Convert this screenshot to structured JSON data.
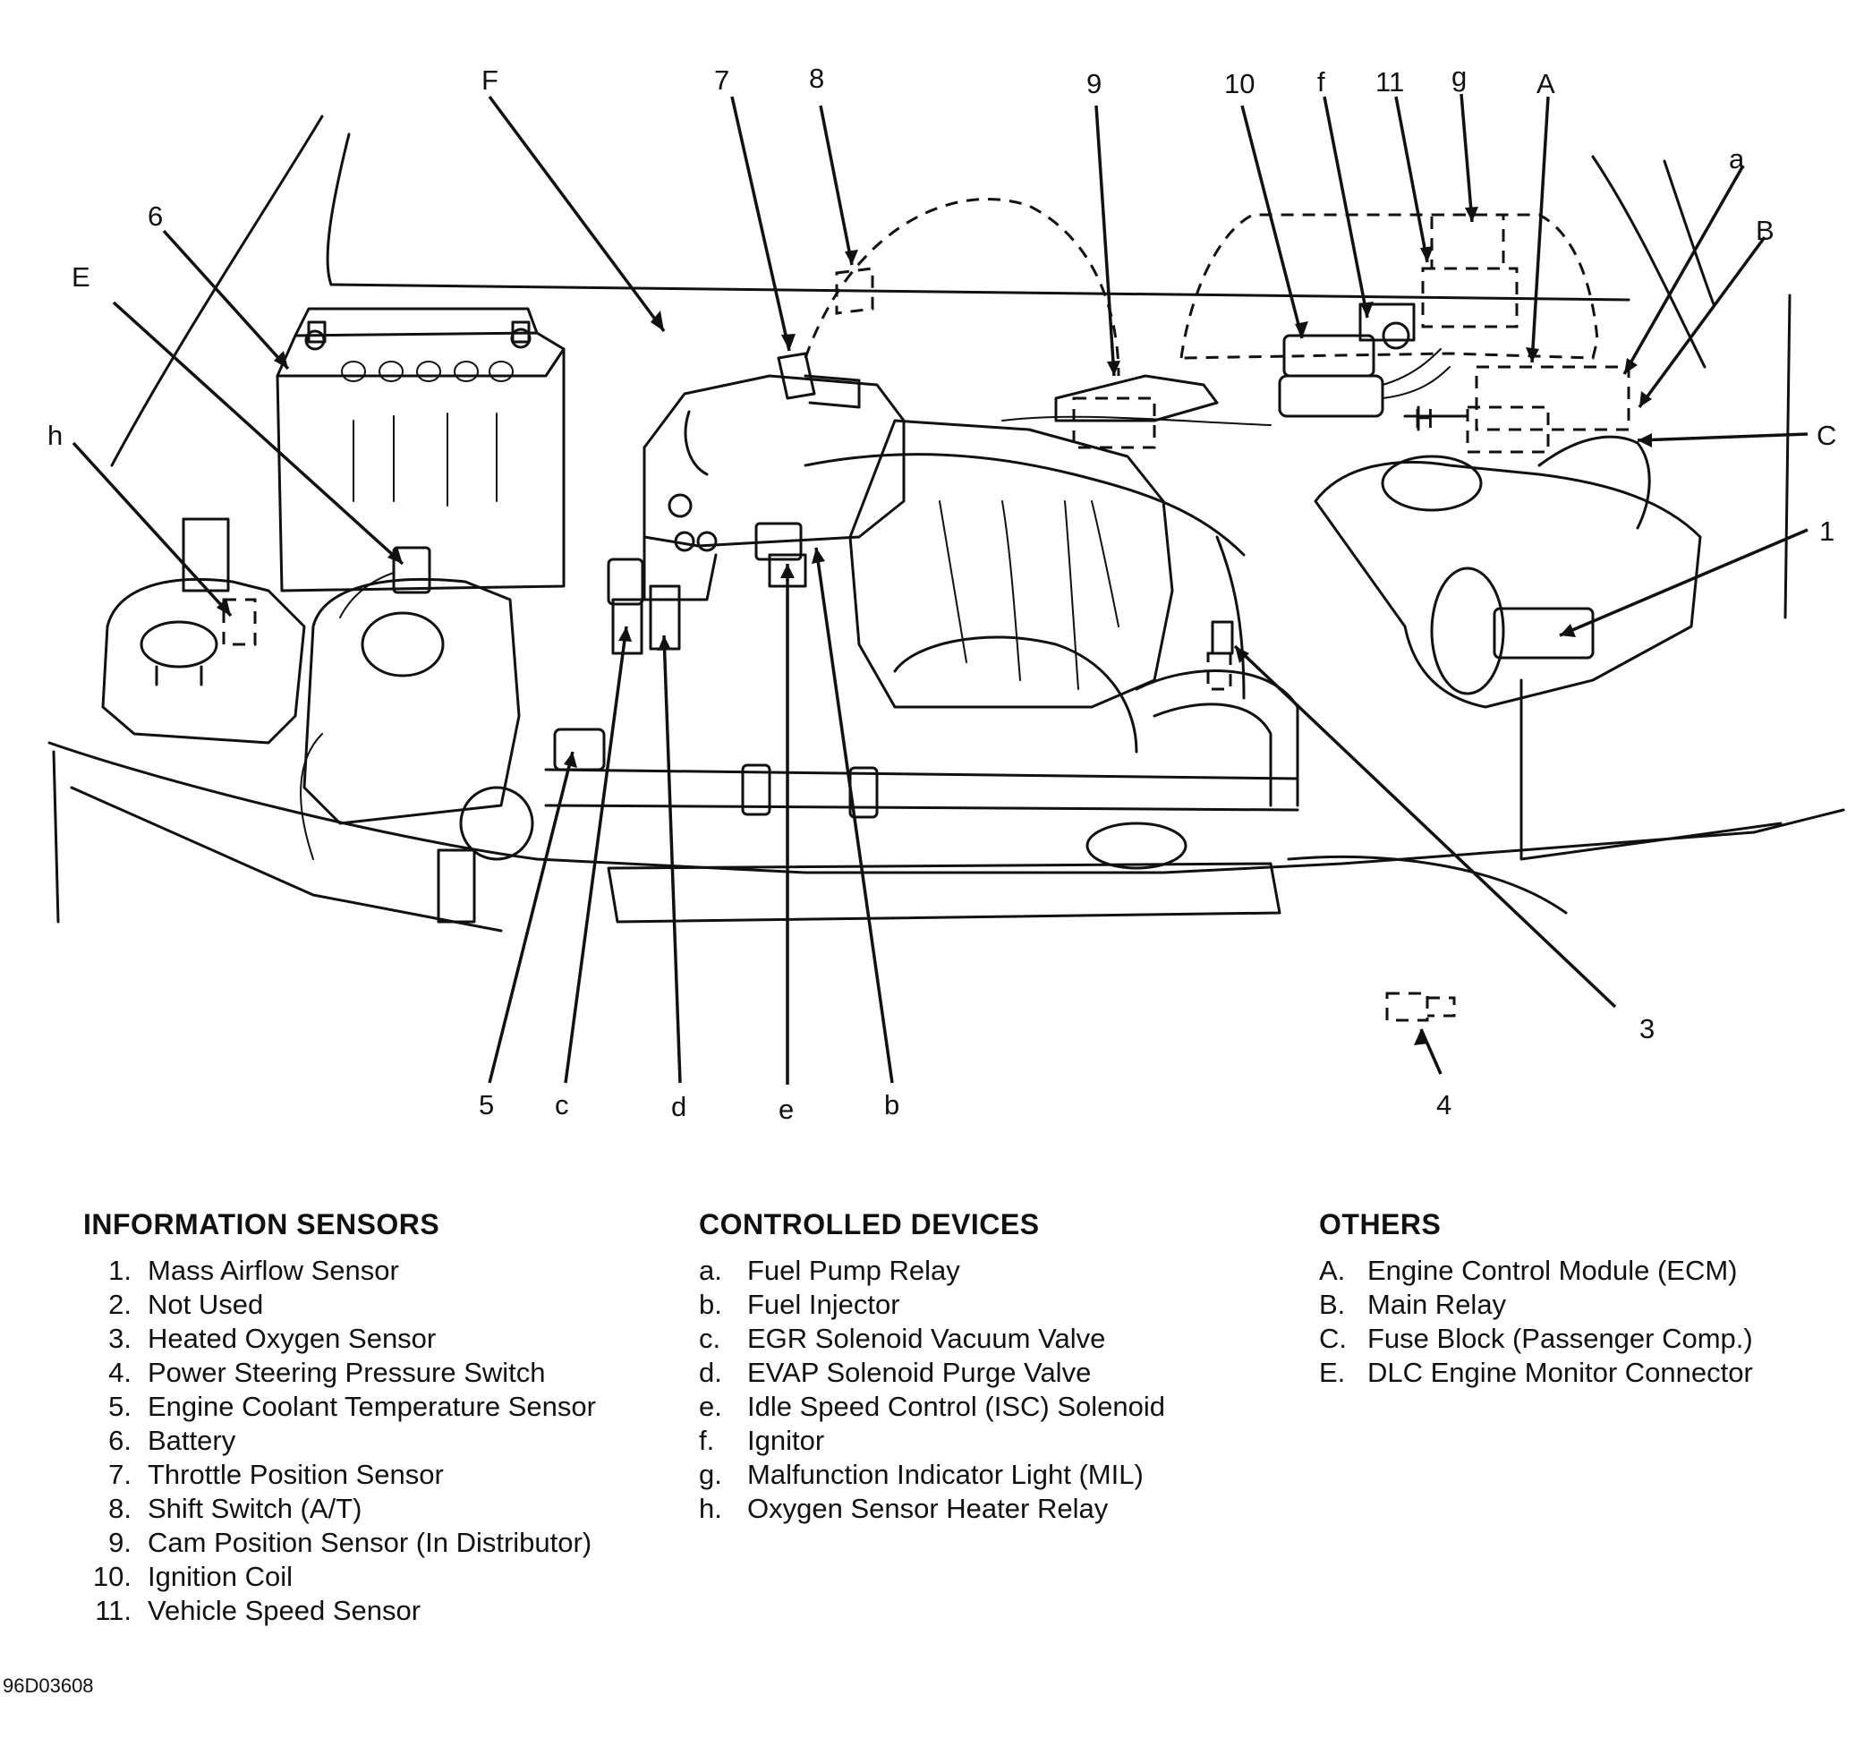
{
  "callouts": {
    "F": "F",
    "n7": "7",
    "n8": "8",
    "n9": "9",
    "n10": "10",
    "f": "f",
    "n11": "11",
    "g": "g",
    "A": "A",
    "a": "a",
    "B": "B",
    "C": "C",
    "n1": "1",
    "n6": "6",
    "E": "E",
    "h": "h",
    "H": "H",
    "n3": "3",
    "n4": "4",
    "n5": "5",
    "c": "c",
    "d": "d",
    "e": "e",
    "b": "b"
  },
  "legend": {
    "sensors": {
      "title": "INFORMATION SENSORS",
      "items": [
        {
          "key": "1.",
          "label": "Mass Airflow Sensor"
        },
        {
          "key": "2.",
          "label": "Not Used"
        },
        {
          "key": "3.",
          "label": "Heated Oxygen Sensor"
        },
        {
          "key": "4.",
          "label": "Power Steering Pressure Switch"
        },
        {
          "key": "5.",
          "label": "Engine Coolant Temperature Sensor"
        },
        {
          "key": "6.",
          "label": "Battery"
        },
        {
          "key": "7.",
          "label": "Throttle Position Sensor"
        },
        {
          "key": "8.",
          "label": "Shift Switch (A/T)"
        },
        {
          "key": "9.",
          "label": "Cam Position Sensor (In Distributor)"
        },
        {
          "key": "10.",
          "label": "Ignition Coil"
        },
        {
          "key": "11.",
          "label": "Vehicle Speed Sensor"
        }
      ]
    },
    "devices": {
      "title": "CONTROLLED DEVICES",
      "items": [
        {
          "key": "a.",
          "label": "Fuel Pump Relay"
        },
        {
          "key": "b.",
          "label": "Fuel Injector"
        },
        {
          "key": "c.",
          "label": "EGR Solenoid Vacuum Valve"
        },
        {
          "key": "d.",
          "label": "EVAP Solenoid Purge Valve"
        },
        {
          "key": "e.",
          "label": "Idle Speed Control (ISC) Solenoid"
        },
        {
          "key": "f.",
          "label": "Ignitor"
        },
        {
          "key": "g.",
          "label": "Malfunction Indicator Light (MIL)"
        },
        {
          "key": "h.",
          "label": "Oxygen Sensor Heater Relay"
        }
      ]
    },
    "others": {
      "title": "OTHERS",
      "items": [
        {
          "key": "A.",
          "label": "Engine Control Module (ECM)"
        },
        {
          "key": "B.",
          "label": "Main Relay"
        },
        {
          "key": "C.",
          "label": "Fuse Block (Passenger Comp.)"
        },
        {
          "key": "E.",
          "label": "DLC Engine Monitor Connector"
        }
      ]
    }
  },
  "figure_id": "96D03608"
}
